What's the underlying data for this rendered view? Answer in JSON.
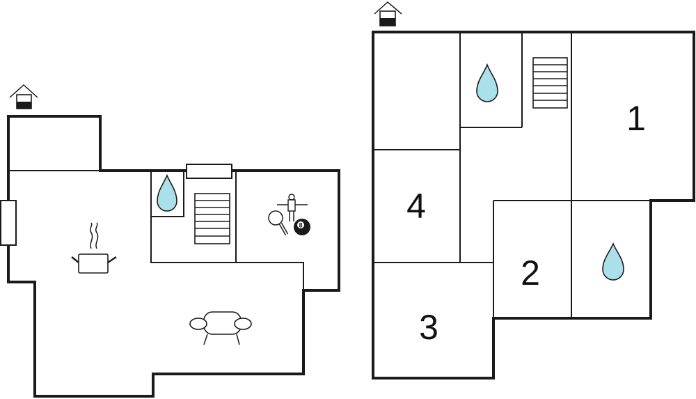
{
  "floors": [
    {
      "name": "ground-floor-left",
      "rooms": [
        {
          "id": "entry-room",
          "label": ""
        },
        {
          "id": "living-kitchen",
          "label": "",
          "icons": [
            "cooking-pot-icon",
            "sofa-icon"
          ]
        },
        {
          "id": "bathroom",
          "label": "",
          "icons": [
            "water-drop-icon"
          ]
        },
        {
          "id": "stair-hall",
          "label": "",
          "icons": [
            "staircase-icon"
          ]
        },
        {
          "id": "game-room",
          "label": "",
          "icons": [
            "foosball-icon",
            "table-tennis-icon",
            "billiard-ball-icon"
          ]
        }
      ],
      "billiard_ball_number": "8",
      "entrance_icon": "house-entrance-icon"
    },
    {
      "name": "upper-floor-right",
      "rooms": [
        {
          "id": "room-1",
          "label": "1"
        },
        {
          "id": "room-2",
          "label": "2"
        },
        {
          "id": "room-3",
          "label": "3"
        },
        {
          "id": "room-4",
          "label": "4"
        },
        {
          "id": "bathroom-top",
          "label": "",
          "icons": [
            "water-drop-icon"
          ]
        },
        {
          "id": "bathroom-right",
          "label": "",
          "icons": [
            "water-drop-icon"
          ]
        },
        {
          "id": "stairwell",
          "label": "",
          "icons": [
            "staircase-icon"
          ]
        }
      ],
      "entrance_icon": "house-entrance-icon"
    }
  ],
  "colors": {
    "wall": "#1a1a1a",
    "water": "#a9e0ea",
    "background": "#ffffff"
  }
}
